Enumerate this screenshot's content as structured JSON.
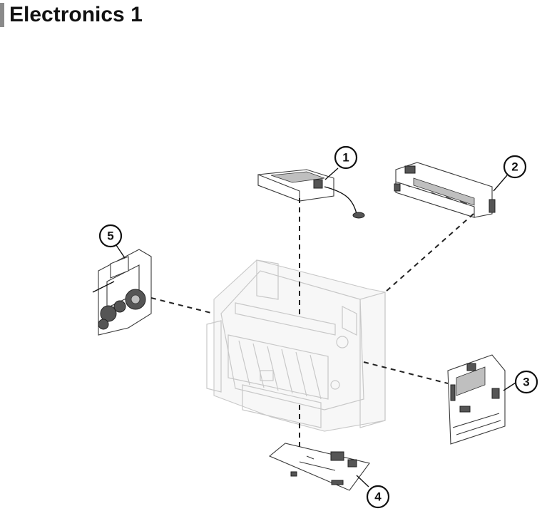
{
  "page": {
    "title": "Electronics 1"
  },
  "callouts": [
    {
      "label": "1"
    },
    {
      "label": "2"
    },
    {
      "label": "3"
    },
    {
      "label": "4"
    },
    {
      "label": "5"
    }
  ],
  "colors": {
    "line": "#111111",
    "title_bar": "#8a8a8a",
    "frame": "#c8c8c8"
  }
}
